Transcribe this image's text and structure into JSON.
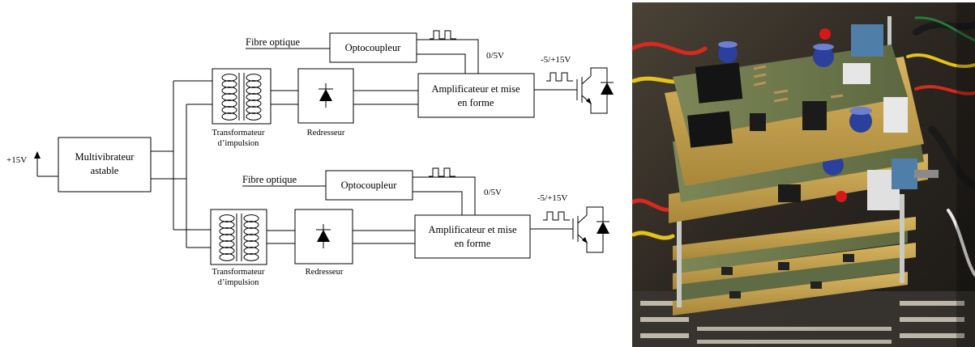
{
  "supply": {
    "label": "+15V"
  },
  "multivibrator": {
    "line1": "Multivibrateur",
    "line2": "astable"
  },
  "channels": [
    {
      "fiber_label": "Fibre optique",
      "optocoupler_label": "Optocoupleur",
      "logic_level_label": "0/5V",
      "drive_level_label": "-5/+15V",
      "amplifier_line1": "Amplificateur et mise",
      "amplifier_line2": "en forme",
      "transformer_line1": "Transformateur",
      "transformer_line2": "d’impulsion",
      "rectifier_label": "Redresseur"
    },
    {
      "fiber_label": "Fibre optique",
      "optocoupler_label": "Optocoupleur",
      "logic_level_label": "0/5V",
      "drive_level_label": "-5/+15V",
      "amplifier_line1": "Amplificateur et mise",
      "amplifier_line2": "en forme",
      "transformer_line1": "Transformateur",
      "transformer_line2": "d’impulsion",
      "rectifier_label": "Redresseur"
    }
  ],
  "colors": {
    "pcb": "#c9a64a",
    "solder_mask": "#6f7a48",
    "relay": "#1a1a1a",
    "capacitor": "#2b3f9c",
    "led": "#d81818",
    "connector": "#4f7fa8",
    "wire_red": "#d62a1e",
    "wire_yellow": "#e6c21a",
    "background_dark": "#2e2a24"
  }
}
